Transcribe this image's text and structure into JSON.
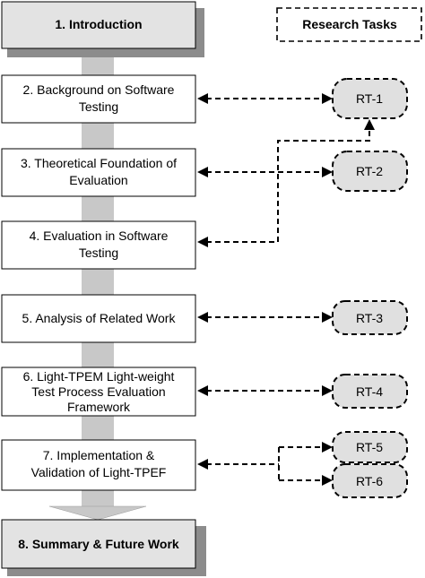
{
  "legend": {
    "label": "Research Tasks"
  },
  "chapters": [
    {
      "lines": [
        "1. Introduction"
      ],
      "bold": true
    },
    {
      "lines": [
        "2. Background on Software",
        "Testing"
      ],
      "bold": false
    },
    {
      "lines": [
        "3. Theoretical Foundation of",
        "Evaluation"
      ],
      "bold": false
    },
    {
      "lines": [
        "4. Evaluation in Software",
        "Testing"
      ],
      "bold": false
    },
    {
      "lines": [
        "5. Analysis of Related Work"
      ],
      "bold": false
    },
    {
      "lines": [
        "6. Light-TPEM Light-weight",
        "Test Process Evaluation",
        "Framework"
      ],
      "bold": false
    },
    {
      "lines": [
        "7. Implementation &",
        "Validation of Light-TPEF"
      ],
      "bold": false
    },
    {
      "lines": [
        "8. Summary & Future Work"
      ],
      "bold": true
    }
  ],
  "tasks": [
    "RT-1",
    "RT-2",
    "RT-3",
    "RT-4",
    "RT-5",
    "RT-6"
  ],
  "colors": {
    "box_grey": "#e3e3e3",
    "shadow": "#8c8c8c",
    "connector": "#c8c8c8",
    "task_fill": "#e0e0e0"
  }
}
